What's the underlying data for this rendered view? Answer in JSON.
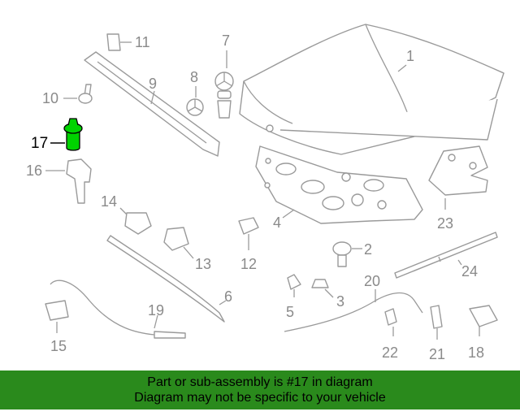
{
  "callouts": {
    "c1": "1",
    "c2": "2",
    "c3": "3",
    "c4": "4",
    "c5": "5",
    "c6": "6",
    "c7": "7",
    "c8": "8",
    "c9": "9",
    "c10": "10",
    "c11": "11",
    "c12": "12",
    "c13": "13",
    "c14": "14",
    "c15": "15",
    "c16": "16",
    "c17": "17",
    "c18": "18",
    "c19": "19",
    "c20": "20",
    "c21": "21",
    "c22": "22",
    "c23": "23",
    "c24": "24"
  },
  "banner": {
    "line1": "Part or sub-assembly is #17 in diagram",
    "line2": "Diagram may not be specific to your vehicle",
    "background": "#2a8a1c"
  },
  "highlight": {
    "part": "17",
    "color": "#00d300"
  }
}
